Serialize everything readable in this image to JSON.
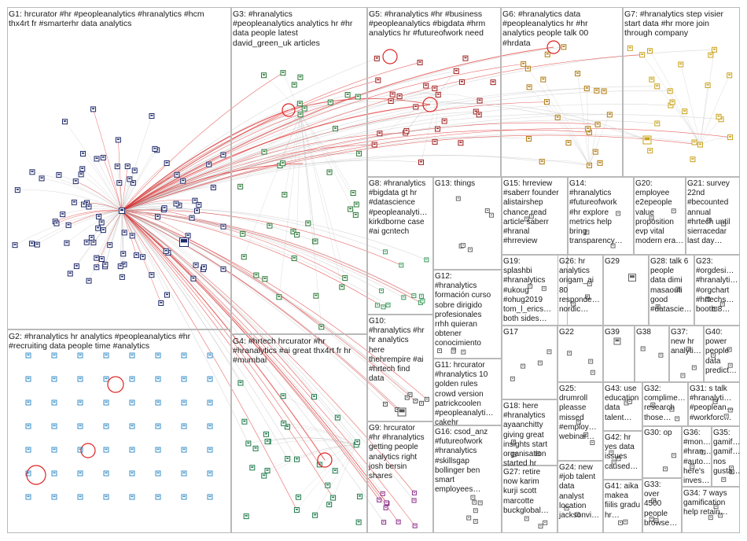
{
  "title": "",
  "colors": {
    "box_border": "#b9b9b9",
    "edge_gray": "#b8b8b8",
    "edge_red": "#dd2222",
    "G1": "#1f2a6b",
    "G2": "#3a8fc9",
    "G3": "#2d7a3a",
    "G4": "#1e7a4a",
    "G5": "#a02020",
    "G6": "#b07a10",
    "G7": "#c9a21a",
    "G8": "#3a9a5a",
    "G9": "#8a2a8a",
    "G10": "#555555",
    "G11": "#3a6fa0",
    "misc": "#666666"
  },
  "groups": [
    {
      "id": "G1",
      "label": "G1: hrcurator #hr #peopleanalytics #hranalytics #hcm\nthx4rt fr #smarterhr data analytics"
    },
    {
      "id": "G2",
      "label": "G2: #hranalytics hr analytics #peopleanalytics #hr\n#recruiting data people time #analytics"
    },
    {
      "id": "G3",
      "label": "G3: #hranalytics\n#peopleanalytics analytics hr #hr\ndata people latest\ndavid_green_uk articles"
    },
    {
      "id": "G4",
      "label": "G4: #hrtech hrcurator #hr\n#hranalytics #ai great thx4rt fr hr\n#mumbai"
    },
    {
      "id": "G5",
      "label": "G5: #hranalytics #hr #business\n#peopleanalytics #bigdata #hrm\nanalytics hr #futureofwork need"
    },
    {
      "id": "G6",
      "label": "G6: #hranalytics data\n#peopleanalytics hr #hr\nanalytics people talk 00\n#hrdata"
    },
    {
      "id": "G7",
      "label": "G7: #hranalytics step visier\nstart data #hr more join\nthrough company"
    },
    {
      "id": "G8",
      "label": "G8: #hranalytics\n#bigdata gt hr\n#datascience\n#peopleanalyti…\nkirkdborne case\n#ai gcntech"
    },
    {
      "id": "G9",
      "label": "G9: hrcurator\n#hr #hranalytics\ngetting people\nanalytics right\njosh bersin\nshares"
    },
    {
      "id": "G10",
      "label": "G10:\n#hranalytics #hr\nhr analytics\nhere\nthehrempire #ai\n#hrtech find\ndata"
    },
    {
      "id": "G11",
      "label": "G11: hrcurator\n#hranalytics 10\ngolden rules\ncrowd version\npatrickcoolen\n#peopleanalyti…\ncakehr"
    },
    {
      "id": "G12",
      "label": "G12:\n#hranalytics\nformación curso\nsobre dirigido\nprofesionales\nrrhh quieran\nobtener\nconocimiento"
    },
    {
      "id": "G13",
      "label": "G13: things"
    },
    {
      "id": "G14",
      "label": "G14:\n#hranalytics\n#futureofwork\n#hr explore\nmetrics help\nbring\ntransparency…"
    },
    {
      "id": "G15",
      "label": "G15: hrreview\n#saberr founder\nalistairshep\nchance read\narticle saberr\n#hranal\n#hrreview"
    },
    {
      "id": "G16",
      "label": "G16: csod_anz\n#futureofwork\n#hranalytics\n#skillsgap\nbollinger ben\nsmart\nemployees…"
    },
    {
      "id": "G17",
      "label": "G17"
    },
    {
      "id": "G18",
      "label": "G18: here\n#hranalytics\nayaanchitty\ngiving great\ninsights start\norganisation\nstarted hr"
    },
    {
      "id": "G19",
      "label": "G19:\nsplashbi\n#hranalytics\n#ukoug\n#ohug2019\ntom_l_erics…\nboth sides…"
    },
    {
      "id": "G20",
      "label": "G20:\nemployee\ne2epeople\nvalue\nproposition\nevp vital\nmodern era…"
    },
    {
      "id": "G21",
      "label": "G21: survey\n22nd\n#becounted\nannual\n#hrtech until\nsierracedar\nlast day…"
    },
    {
      "id": "G22",
      "label": "G22"
    },
    {
      "id": "G23",
      "label": "G23:\n#orgdesi…\n#hranalyti…\n#orgchart\n#hrtechs…\nbooth 8…"
    },
    {
      "id": "G24",
      "label": "G24: new\n#job talent\ndata\nanalyst\nlocation\njacksonvi…"
    },
    {
      "id": "G25",
      "label": "G25:\ndrumroll\npleasse\nmissed\n#employ…\nwebinar…"
    },
    {
      "id": "G26",
      "label": "G26: hr\nanalytics\norigam_ai\n80\nresponde…\nnordic…"
    },
    {
      "id": "G27",
      "label": "G27: retire\nnow karim\nkurji scott\nmarcotte\nbuckglobal…"
    },
    {
      "id": "G28",
      "label": "G28: talk 6\npeople\ndata dimi\nmasaouti\ngood\n#datascie…"
    },
    {
      "id": "G29",
      "label": "G29"
    },
    {
      "id": "G30",
      "label": "G30: op"
    },
    {
      "id": "G31",
      "label": "G31: s talk\n#hranalyti…\n#peoplean…\n#workforc…"
    },
    {
      "id": "G32",
      "label": "G32:\ncomplime…\nresearch\nthose…"
    },
    {
      "id": "G33",
      "label": "G33:\nover\n4500\npeople\nbrowse…"
    },
    {
      "id": "G34",
      "label": "G34: 7 ways\ngamification\nhelp retain…"
    },
    {
      "id": "G35",
      "label": "G35:\ngamif…\ngamif…\nnos\ngusta…"
    },
    {
      "id": "G36",
      "label": "G36:\n#mon…\n#hran…\n#auto…\nhere's\ninves…"
    },
    {
      "id": "G37",
      "label": "G37:\nnew hr\nanalyti…"
    },
    {
      "id": "G38",
      "label": "G38"
    },
    {
      "id": "G39",
      "label": "G39"
    },
    {
      "id": "G40",
      "label": "G40:\npower\npeople\ndata\npredict…"
    },
    {
      "id": "G41",
      "label": "G41: aika\nmakea\nfiilis gradu\nhr…"
    },
    {
      "id": "G42",
      "label": "G42: hr\nyes data\nissues\ncaused…"
    },
    {
      "id": "G43",
      "label": "G43: use\neducation\ndata\ntalent…"
    }
  ]
}
